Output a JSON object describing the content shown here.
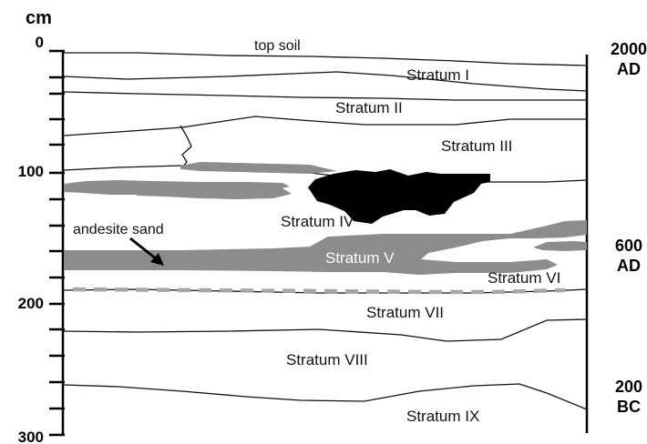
{
  "axis": {
    "unit": "cm",
    "tick_labels": [
      "0",
      "100",
      "200",
      "300"
    ]
  },
  "layers": {
    "top_soil": "top soil",
    "stratum_1": "Stratum I",
    "stratum_2": "Stratum II",
    "stratum_3": "Stratum III",
    "stratum_4": "Stratum IV",
    "stratum_5": "Stratum V",
    "stratum_6": "Stratum VI",
    "stratum_7": "Stratum VII",
    "stratum_8": "Stratum VIII",
    "stratum_9": "Stratum IX"
  },
  "annotation": {
    "andesite_sand": "andesite sand"
  },
  "dates": {
    "d2000": {
      "value": "2000",
      "era": "AD"
    },
    "d600": {
      "value": "600",
      "era": "AD"
    },
    "d200": {
      "value": "200",
      "era": "BC"
    }
  },
  "colors": {
    "sand_fill": "#8c8c8c",
    "dark_deposit": "#000000",
    "dashed_line": "#a6a6a6",
    "boundary_line": "#111111"
  }
}
